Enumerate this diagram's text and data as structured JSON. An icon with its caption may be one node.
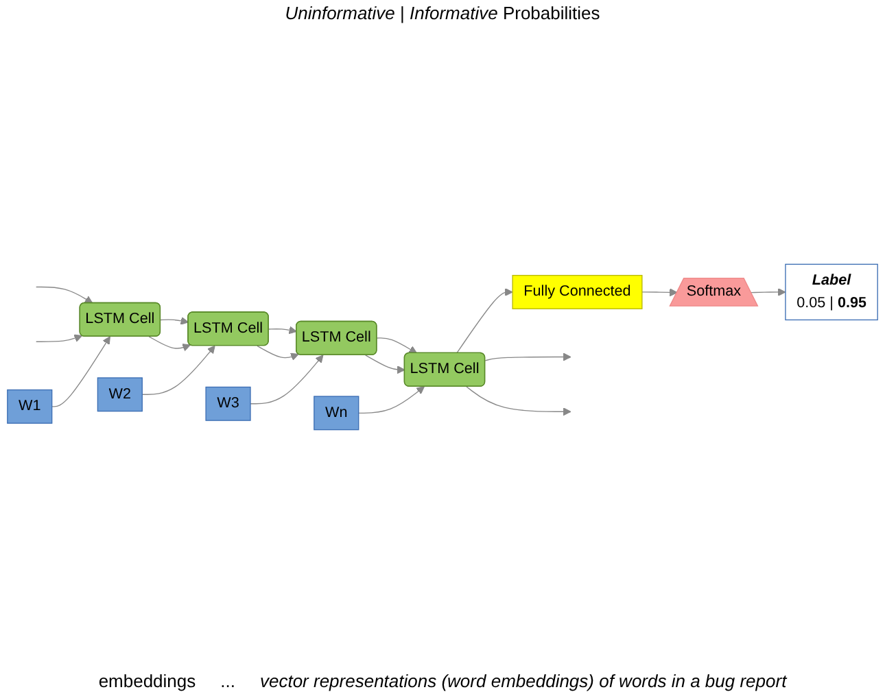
{
  "diagram": {
    "nodes": [
      {
        "text": [
          "Label",
          "0.05 | **0.95**"
        ]
      },
      {
        "text": [
          "Softmax"
        ]
      },
      {
        "text": [
          "Fully Connected"
        ]
      },
      {
        "text": [
          "LSTM Cell"
        ]
      },
      {
        "text": [
          "LSTM Cell"
        ]
      },
      {
        "text": [
          "LSTM Cell"
        ]
      },
      {
        "text": [
          "LSTM Cell"
        ]
      },
      {
        "text": [
          "W1"
        ]
      },
      {
        "text": [
          "W2"
        ]
      },
      {
        "text": [
          "W3"
        ]
      },
      {
        "text": [
          "Wn"
        ]
      }
    ],
    "edges": [
      {
        "from": null,
        "to": 3,
        "arrow": "to"
      },
      {
        "from": null,
        "to": 3,
        "arrow": "to"
      },
      {
        "from": 3,
        "to": 4,
        "arrow": "to"
      },
      {
        "from": 3,
        "to": 4,
        "arrow": "to"
      },
      {
        "from": 4,
        "to": 5,
        "arrow": "to"
      },
      {
        "from": 4,
        "to": 5,
        "arrow": "to"
      },
      {
        "from": 5,
        "to": 6,
        "arrow": "to"
      },
      {
        "from": 5,
        "to": 6,
        "arrow": "to"
      },
      {
        "from": 6,
        "to": null,
        "arrow": "to"
      },
      {
        "from": 6,
        "to": null,
        "arrow": "to"
      },
      {
        "from": 7,
        "to": 3,
        "arrow": "to"
      },
      {
        "from": 8,
        "to": 4,
        "arrow": "to"
      },
      {
        "from": 9,
        "to": 5,
        "arrow": "to"
      },
      {
        "from": 10,
        "to": 6,
        "arrow": "to"
      },
      {
        "from": 6,
        "to": 2,
        "arrow": "to"
      },
      {
        "from": 2,
        "to": 1,
        "arrow": "to"
      },
      {
        "from": 1,
        "to": 0,
        "arrow": "to"
      }
    ],
    "labels": [
      "*Uninformative* | *Informative* Probabilities",
      "embeddings",
      "...",
      "*vector representations (word embeddings) of words in a bug report*"
    ]
  }
}
